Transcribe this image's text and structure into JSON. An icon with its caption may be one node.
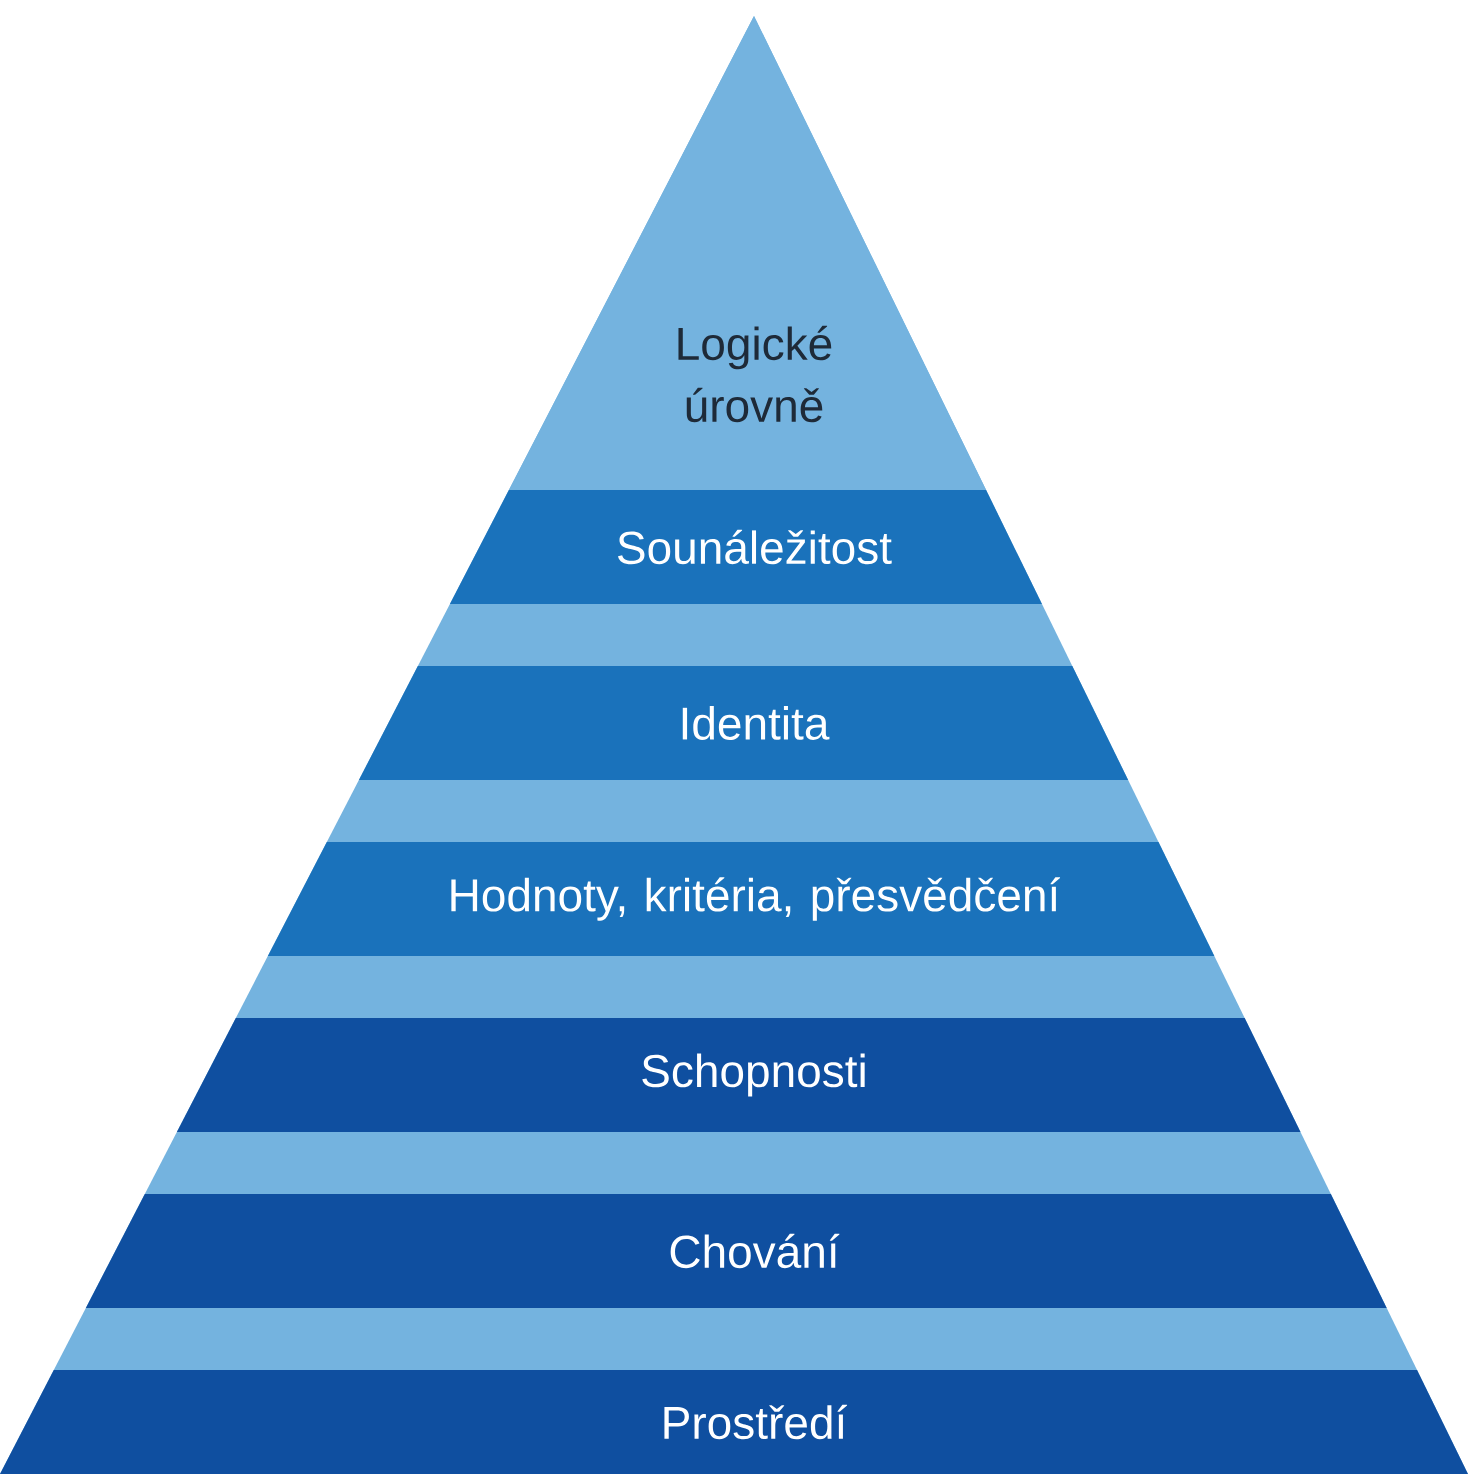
{
  "diagram": {
    "nodes": [
      {
        "text": [
          "Logické úrovně"
        ]
      },
      {
        "text": [
          "Sounáležitost"
        ]
      },
      {
        "text": [
          "Identita"
        ]
      },
      {
        "text": [
          "Hodnoty, kritéria, přesvědčení"
        ]
      },
      {
        "text": [
          "Schopnosti"
        ]
      },
      {
        "text": [
          "Chování"
        ]
      },
      {
        "text": [
          "Prostředí"
        ]
      }
    ]
  }
}
